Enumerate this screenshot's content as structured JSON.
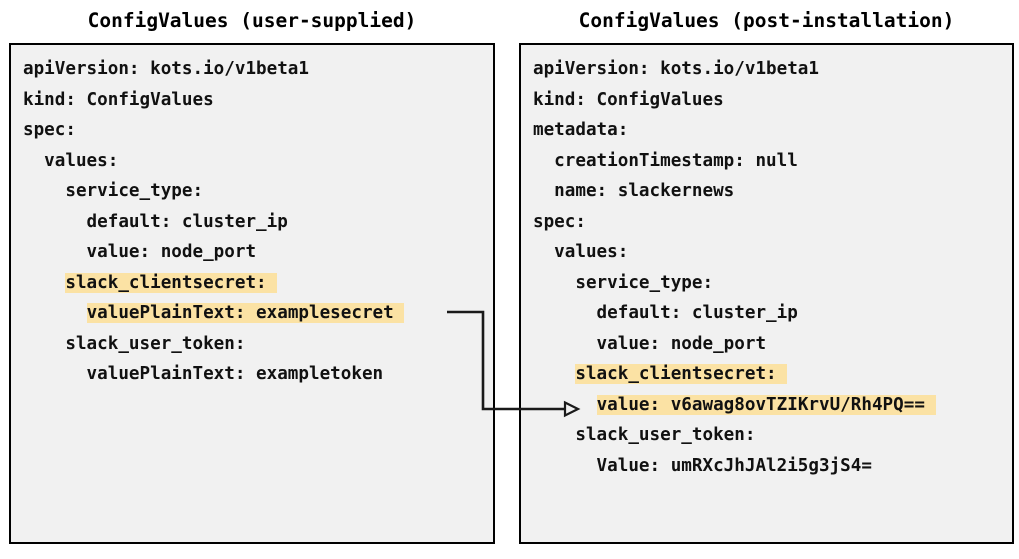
{
  "left_panel": {
    "title": "ConfigValues (user-supplied)",
    "lines": [
      {
        "text": "apiVersion: kots.io/v1beta1",
        "highlight": false
      },
      {
        "text": "kind: ConfigValues",
        "highlight": false
      },
      {
        "text": "spec:",
        "highlight": false
      },
      {
        "text": "  values:",
        "highlight": false
      },
      {
        "text": "    service_type:",
        "highlight": false
      },
      {
        "text": "      default: cluster_ip",
        "highlight": false
      },
      {
        "text": "      value: node_port",
        "highlight": false
      },
      {
        "text": "    slack_clientsecret:",
        "highlight": true
      },
      {
        "text": "      valuePlainText: examplesecret",
        "highlight": true
      },
      {
        "text": "    slack_user_token:",
        "highlight": false
      },
      {
        "text": "      valuePlainText: exampletoken",
        "highlight": false
      }
    ]
  },
  "right_panel": {
    "title": "ConfigValues (post-installation)",
    "lines": [
      {
        "text": "apiVersion: kots.io/v1beta1",
        "highlight": false
      },
      {
        "text": "kind: ConfigValues",
        "highlight": false
      },
      {
        "text": "metadata:",
        "highlight": false
      },
      {
        "text": "  creationTimestamp: null",
        "highlight": false
      },
      {
        "text": "  name: slackernews",
        "highlight": false
      },
      {
        "text": "spec:",
        "highlight": false
      },
      {
        "text": "  values:",
        "highlight": false
      },
      {
        "text": "    service_type:",
        "highlight": false
      },
      {
        "text": "      default: cluster_ip",
        "highlight": false
      },
      {
        "text": "      value: node_port",
        "highlight": false
      },
      {
        "text": "    slack_clientsecret:",
        "highlight": true
      },
      {
        "text": "      value: v6awag8ovTZIKrvU/Rh4PQ==",
        "highlight": true
      },
      {
        "text": "    slack_user_token:",
        "highlight": false
      },
      {
        "text": "      Value: umRXcJhJAl2i5g3jS4=",
        "highlight": false
      }
    ]
  },
  "connector": {
    "label": "encrypted-value-mapping-arrow",
    "from_line": "      valuePlainText: examplesecret",
    "to_line": "      value: v6awag8ovTZIKrvU/Rh4PQ=="
  },
  "colors": {
    "highlight": "#fbe2a4",
    "panel_background": "#f1f1f1",
    "panel_border": "#000000",
    "text": "#111111",
    "connector": "#1a1a1a"
  }
}
